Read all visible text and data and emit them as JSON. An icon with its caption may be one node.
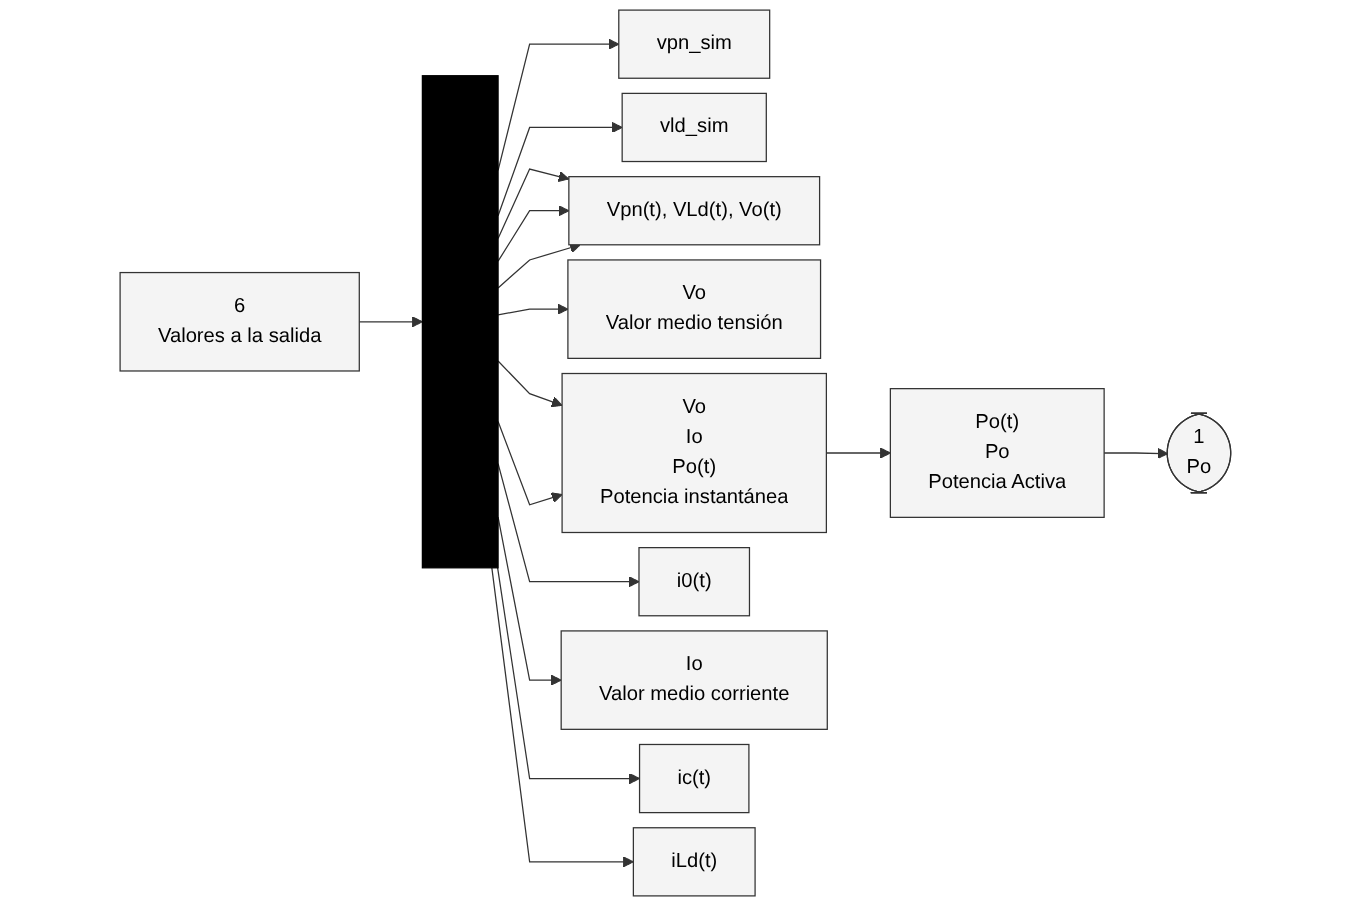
{
  "diagram": {
    "nodes": [
      {
        "text": [
          "6",
          "Valores a la salida"
        ]
      },
      {
        "text": [],
        "shape": "bar"
      },
      {
        "text": [
          "vpn_sim"
        ]
      },
      {
        "text": [
          "vld_sim"
        ]
      },
      {
        "text": [
          "Vpn(t), VLd(t), Vo(t)"
        ]
      },
      {
        "text": [
          "Vo",
          "Valor medio tensión"
        ]
      },
      {
        "text": [
          "Vo",
          "Io",
          "Po(t)",
          "Potencia instantánea"
        ]
      },
      {
        "text": [
          "Po(t)",
          "Po",
          "Potencia Activa"
        ]
      },
      {
        "text": [
          "1",
          "Po"
        ]
      },
      {
        "text": [
          "i0(t)"
        ]
      },
      {
        "text": [
          "Io",
          "Valor medio corriente"
        ]
      },
      {
        "text": [
          "ic(t)"
        ]
      },
      {
        "text": [
          "iLd(t)"
        ]
      }
    ],
    "edges": [
      {
        "from": 0,
        "to": 1,
        "arrow": "to"
      },
      {
        "from": 1,
        "to": 2,
        "arrow": "to"
      },
      {
        "from": 1,
        "to": 4,
        "arrow": "to"
      },
      {
        "from": 1,
        "to": 3,
        "arrow": "to"
      },
      {
        "from": 1,
        "to": 4,
        "arrow": "to"
      },
      {
        "from": 1,
        "to": 4,
        "arrow": "to"
      },
      {
        "from": 1,
        "to": 5,
        "arrow": "to"
      },
      {
        "from": 1,
        "to": 6,
        "arrow": "to"
      },
      {
        "from": 1,
        "to": 6,
        "arrow": "to"
      },
      {
        "from": 1,
        "to": 9,
        "arrow": "to"
      },
      {
        "from": 1,
        "to": 10,
        "arrow": "to"
      },
      {
        "from": 1,
        "to": 11,
        "arrow": "to"
      },
      {
        "from": 1,
        "to": 12,
        "arrow": "to"
      },
      {
        "from": 6,
        "to": 7,
        "arrow": "to"
      },
      {
        "from": 7,
        "to": 8,
        "arrow": "to"
      }
    ]
  }
}
